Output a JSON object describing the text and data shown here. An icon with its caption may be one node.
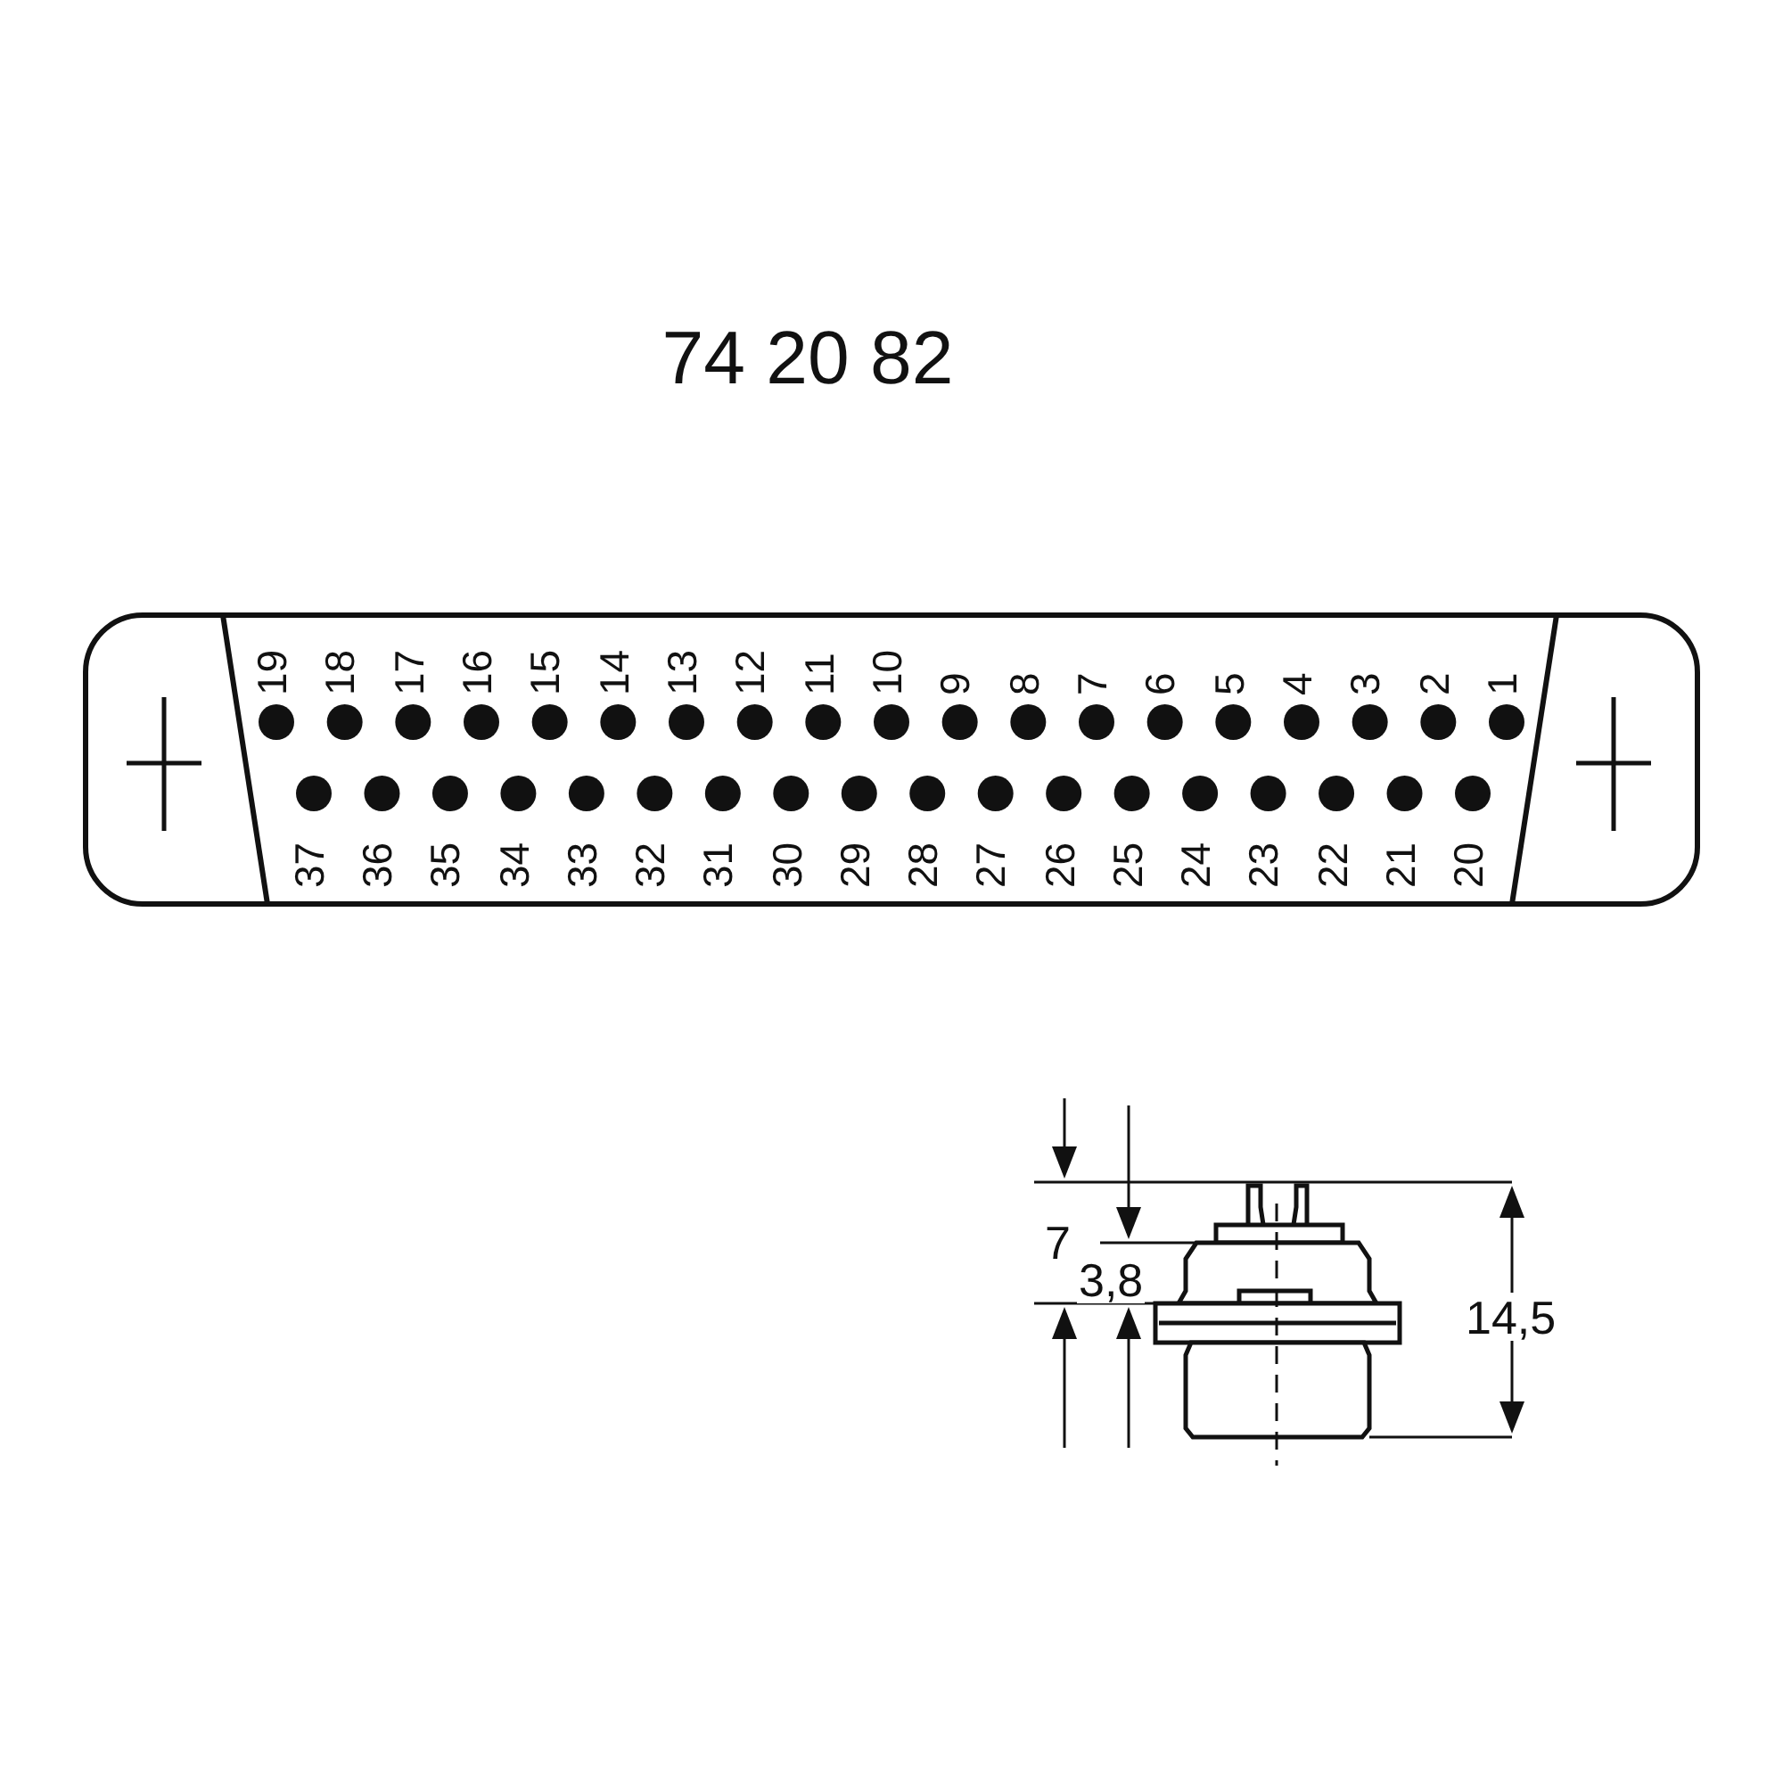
{
  "diagram": {
    "title": "74 20 82",
    "labels": [
      "19",
      "18",
      "17",
      "16",
      "15",
      "14",
      "13",
      "12",
      "11",
      "10",
      "9",
      "8",
      "7",
      "6",
      "5",
      "4",
      "3",
      "2",
      "1",
      "37",
      "36",
      "35",
      "34",
      "33",
      "32",
      "31",
      "30",
      "29",
      "28",
      "27",
      "26",
      "25",
      "24",
      "23",
      "22",
      "21",
      "20",
      "7",
      "3,8",
      "14,5"
    ]
  }
}
